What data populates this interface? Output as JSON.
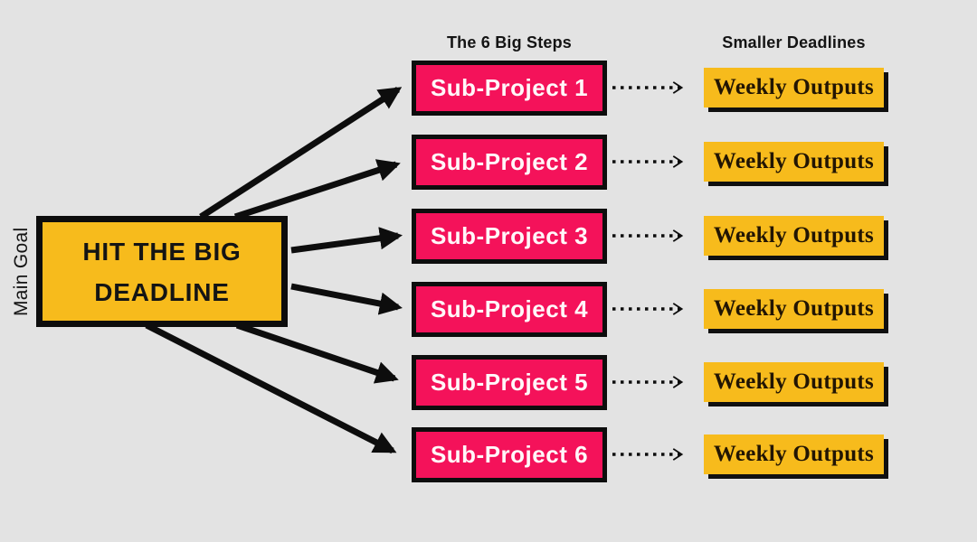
{
  "colors": {
    "background": "#e3e3e3",
    "accent_yellow": "#f7bb1c",
    "accent_pink": "#f4125a",
    "stroke_black": "#0d0d0d",
    "step_text": "#ffffff"
  },
  "labels": {
    "main_goal_axis": "Main Goal",
    "steps_header": "The 6 Big Steps",
    "outputs_header": "Smaller Deadlines"
  },
  "main_goal": {
    "title": "HIT THE BIG DEADLINE"
  },
  "steps": [
    {
      "label": "Sub-Project 1"
    },
    {
      "label": "Sub-Project 2"
    },
    {
      "label": "Sub-Project 3"
    },
    {
      "label": "Sub-Project 4"
    },
    {
      "label": "Sub-Project 5"
    },
    {
      "label": "Sub-Project 6"
    }
  ],
  "outputs": [
    {
      "label": "Weekly Outputs"
    },
    {
      "label": "Weekly Outputs"
    },
    {
      "label": "Weekly Outputs"
    },
    {
      "label": "Weekly Outputs"
    },
    {
      "label": "Weekly Outputs"
    },
    {
      "label": "Weekly Outputs"
    }
  ]
}
